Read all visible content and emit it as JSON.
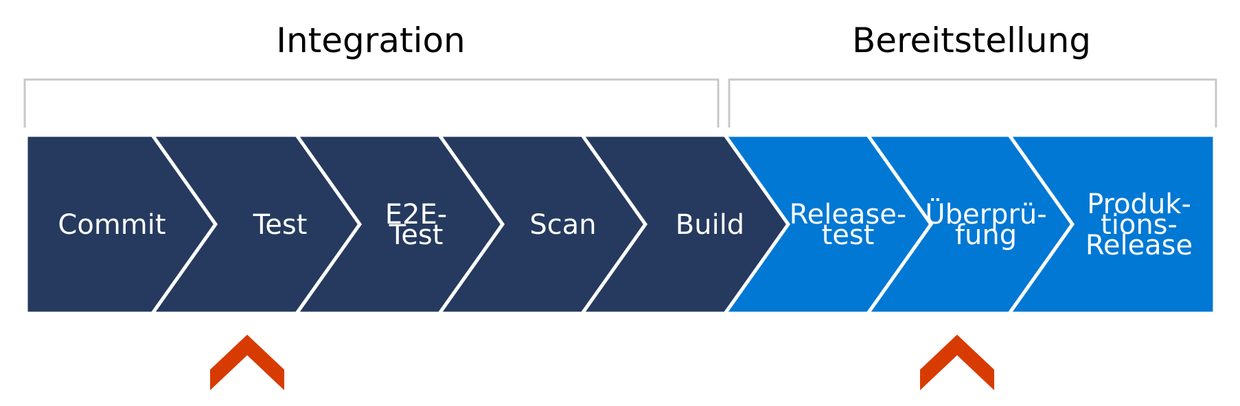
{
  "groups": [
    {
      "title": "Integration"
    },
    {
      "title": "Bereitstellung"
    }
  ],
  "steps": [
    {
      "lines": [
        "Commit"
      ],
      "group": 0
    },
    {
      "lines": [
        "Test"
      ],
      "group": 0
    },
    {
      "lines": [
        "E2E-",
        "Test"
      ],
      "group": 0
    },
    {
      "lines": [
        "Scan"
      ],
      "group": 0
    },
    {
      "lines": [
        "Build"
      ],
      "group": 0
    },
    {
      "lines": [
        "Release-",
        "test"
      ],
      "group": 1
    },
    {
      "lines": [
        "Überprü-",
        "fung"
      ],
      "group": 1
    },
    {
      "lines": [
        "Produk-",
        "tions-",
        "Release"
      ],
      "group": 1
    }
  ],
  "markers": [
    {
      "step": 1,
      "icon": "chevron-up-icon"
    },
    {
      "step": 6,
      "icon": "chevron-up-icon"
    }
  ],
  "colors": {
    "integration": "#253a5e",
    "deployment": "#0078d4",
    "marker": "#d83b01",
    "bracket": "#c8c8c8"
  }
}
